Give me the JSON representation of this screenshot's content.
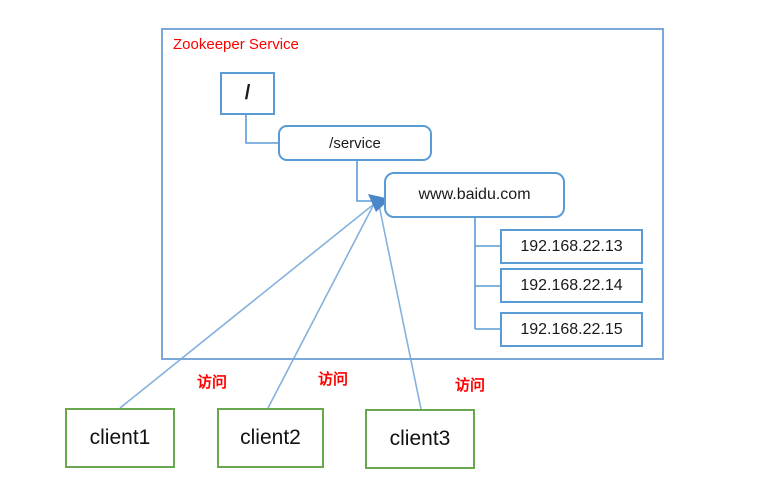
{
  "zookeeper": {
    "title": "Zookeeper Service",
    "root_node": "/",
    "service_node": "/service",
    "domain_node": "www.baidu.com",
    "ip_nodes": [
      "192.168.22.13",
      "192.168.22.14",
      "192.168.22.15"
    ]
  },
  "clients": [
    "client1",
    "client2",
    "client3"
  ],
  "access_label": "访问",
  "colors": {
    "node_border_blue": "#5b9bd5",
    "container_border_blue": "#7aa8d9",
    "client_border_green": "#6aa84f",
    "title_red": "#ff0000",
    "connector_blue": "#5b9bd5",
    "client_line_blue": "#85b1de",
    "arrowhead_blue": "#4a86c8"
  }
}
